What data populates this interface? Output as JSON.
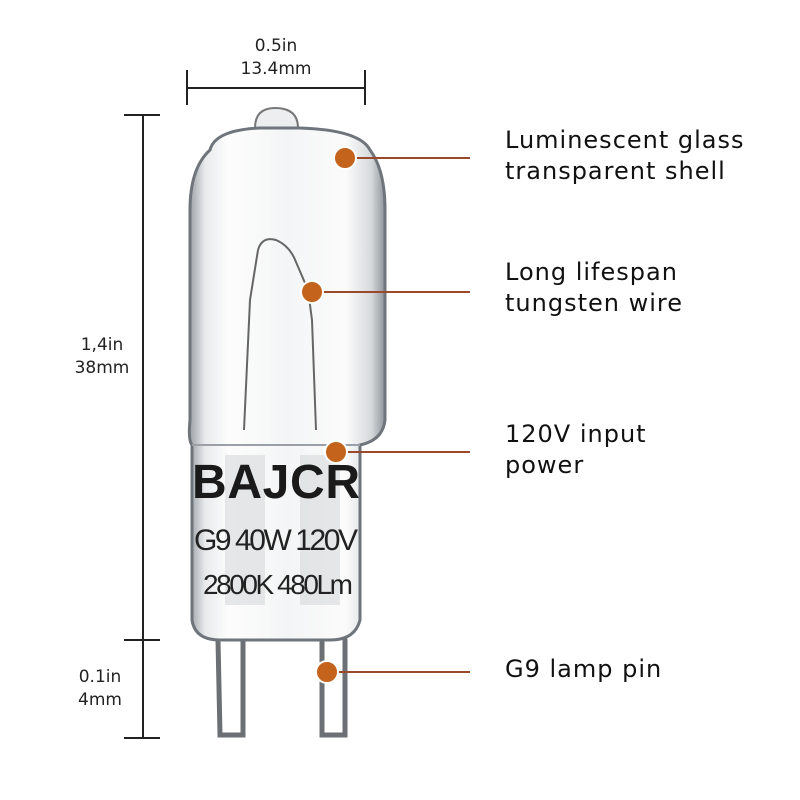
{
  "dimensions": {
    "width": {
      "in": "0.5in",
      "mm": "13.4mm"
    },
    "body_height": {
      "in": "1,4in",
      "mm": "38mm"
    },
    "pin_height": {
      "in": "0.1in",
      "mm": "4mm"
    }
  },
  "bulb_print": {
    "brand": "BAJCR",
    "spec_line1": "G9 40W 120V",
    "spec_line2": "2800K 480Lm"
  },
  "callouts": [
    {
      "line1": "Luminescent glass",
      "line2": "transparent shell"
    },
    {
      "line1": "Long lifespan",
      "line2": "tungsten wire"
    },
    {
      "line1": "120V input",
      "line2": "power"
    },
    {
      "line1": "G9 lamp pin",
      "line2": ""
    }
  ],
  "colors": {
    "callout_dot": "#c4631b",
    "callout_line": "#9a4a2a",
    "dimension_line": "#222222"
  }
}
